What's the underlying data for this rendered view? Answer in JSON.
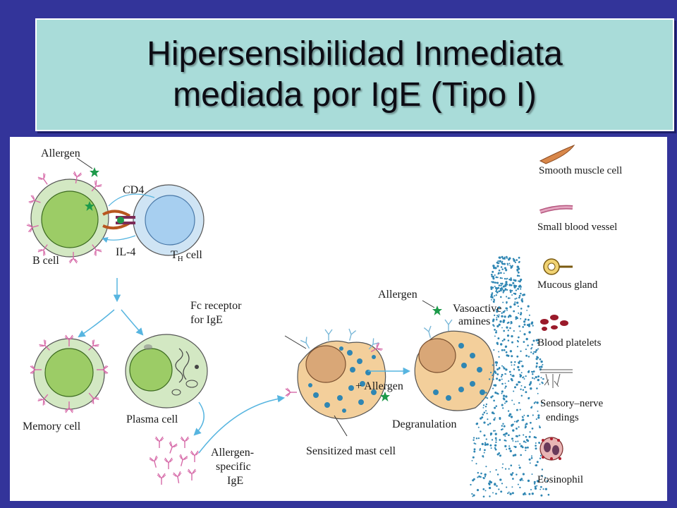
{
  "title": {
    "line1": "Hipersensibilidad Inmediata",
    "line2": "mediada por IgE (Tipo I)"
  },
  "labels": {
    "allergen_top": "Allergen",
    "cd4": "CD4",
    "b_cell": "B cell",
    "il4": "IL-4",
    "th": "T",
    "th_sub": "H",
    "th_cell": "cell",
    "memory_cell": "Memory cell",
    "plasma_cell": "Plasma cell",
    "ige_1": "Allergen-",
    "ige_2": "specific",
    "ige_3": "IgE",
    "fc_1": "Fc receptor",
    "fc_2": "for IgE",
    "sensitized": "Sensitized mast cell",
    "plus_allergen": "+ Allergen",
    "allergen_mid": "Allergen",
    "vaso_1": "Vasoactive",
    "vaso_2": "amines",
    "degranulation": "Degranulation"
  },
  "legend": [
    {
      "label_1": "Smooth muscle cell",
      "label_2": ""
    },
    {
      "label_1": "Small blood vessel",
      "label_2": ""
    },
    {
      "label_1": "Mucous gland",
      "label_2": ""
    },
    {
      "label_1": "Blood platelets",
      "label_2": ""
    },
    {
      "label_1": "Sensory–nerve",
      "label_2": "endings"
    },
    {
      "label_1": "Eosinophil",
      "label_2": ""
    }
  ],
  "colors": {
    "background": "#33349a",
    "title_box": "#a9dcd9",
    "cell_green": "#d3e8c3",
    "nucleus_green": "#9ccc66",
    "th_blue": "#cfe4f4",
    "mast_cell": "#f3cf9b",
    "granule": "#2f86b3",
    "antibody": "#d66aa8",
    "arrow": "#57b5e0",
    "allergen": "#1d9a4a"
  }
}
